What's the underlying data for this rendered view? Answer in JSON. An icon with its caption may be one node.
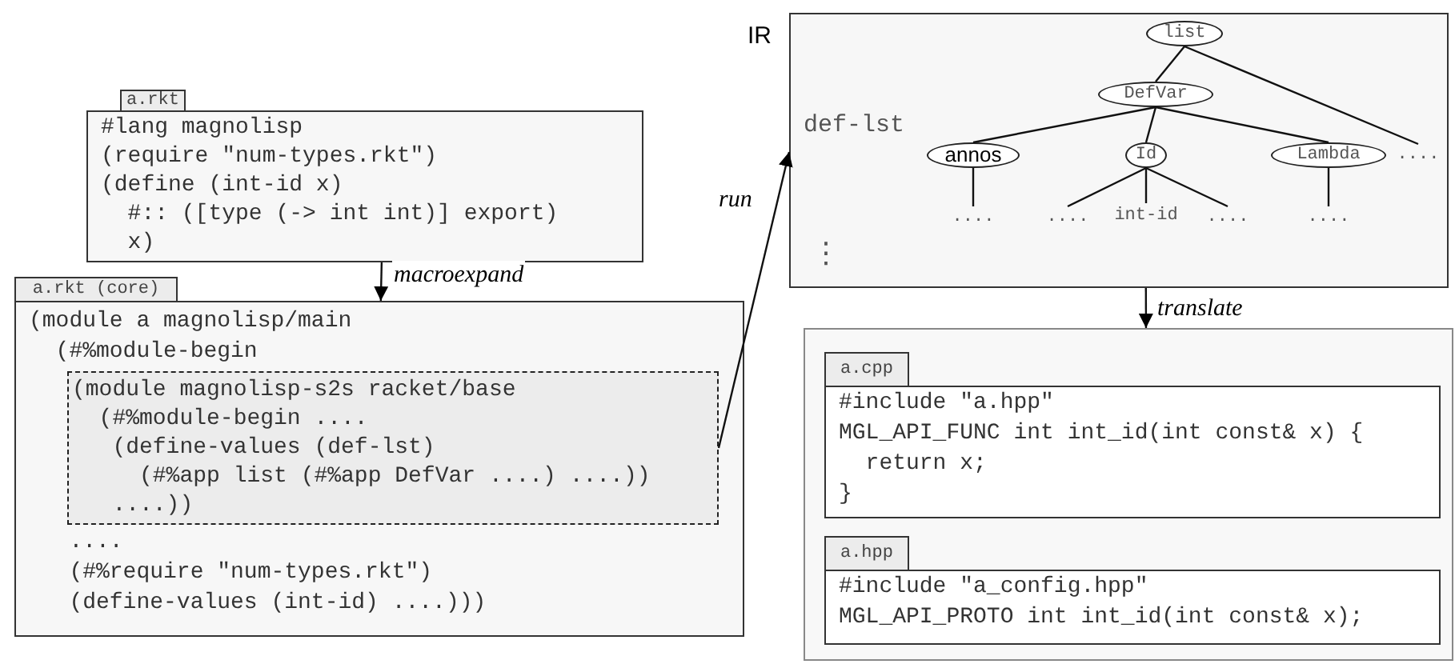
{
  "diagram": {
    "nodes": [
      {
        "text": [
          "a.rkt",
          "#lang magnolisp",
          "(require \"num-types.rkt\")",
          "(define (int-id x)",
          "  #:: ([type (-> int int)] export)",
          "  x)"
        ]
      },
      {
        "text": [
          "a.rkt (core)",
          "(module a magnolisp/main",
          "  (#%module-begin",
          "   ....",
          "   (#%require \"num-types.rkt\")",
          "   (define-values (int-id) ....)))"
        ]
      },
      {
        "text": [
          "(module magnolisp-s2s racket/base",
          "  (#%module-begin ....",
          "   (define-values (def-lst)",
          "     (#%app list (#%app DefVar ....) ....))",
          "   ....))"
        ],
        "in": 1
      },
      {
        "text": [
          "IR",
          "def-lst",
          "⋮"
        ]
      },
      {
        "text": [
          "list"
        ],
        "in": 3
      },
      {
        "text": [
          "DefVar"
        ],
        "in": 3
      },
      {
        "text": [
          "annos"
        ],
        "in": 3
      },
      {
        "text": [
          "Id"
        ],
        "in": 3
      },
      {
        "text": [
          "Lambda"
        ],
        "in": 3
      },
      {
        "text": [
          "...."
        ],
        "in": 3
      },
      {
        "text": [
          "...."
        ],
        "in": 3
      },
      {
        "text": [
          "...."
        ],
        "in": 3
      },
      {
        "text": [
          "int-id"
        ],
        "in": 3
      },
      {
        "text": [
          "...."
        ],
        "in": 3
      },
      {
        "text": [
          "...."
        ],
        "in": 3
      },
      {
        "text": [],
        "shape": "box"
      },
      {
        "text": [
          "a.cpp",
          "#include \"a.hpp\"",
          "MGL_API_FUNC int int_id(int const& x) {",
          "  return x;",
          "}"
        ],
        "in": 15
      },
      {
        "text": [
          "a.hpp",
          "#include \"a_config.hpp\"",
          "MGL_API_PROTO int int_id(int const& x);"
        ],
        "in": 15
      }
    ],
    "edges": [
      {
        "from": 0,
        "to": 1,
        "arrow": "to",
        "label": "macroexpand"
      },
      {
        "from": 2,
        "to": 3,
        "arrow": "to",
        "label": "run"
      },
      {
        "from": 3,
        "to": 15,
        "arrow": "to",
        "label": "translate"
      },
      {
        "from": 4,
        "to": 5,
        "arrow": "none"
      },
      {
        "from": 4,
        "to": 9,
        "arrow": "none"
      },
      {
        "from": 5,
        "to": 6,
        "arrow": "none"
      },
      {
        "from": 5,
        "to": 7,
        "arrow": "none"
      },
      {
        "from": 5,
        "to": 8,
        "arrow": "none"
      },
      {
        "from": 6,
        "to": 10,
        "arrow": "none"
      },
      {
        "from": 7,
        "to": 11,
        "arrow": "none"
      },
      {
        "from": 7,
        "to": 12,
        "arrow": "none"
      },
      {
        "from": 7,
        "to": 13,
        "arrow": "none"
      },
      {
        "from": 8,
        "to": 14,
        "arrow": "none"
      }
    ]
  }
}
